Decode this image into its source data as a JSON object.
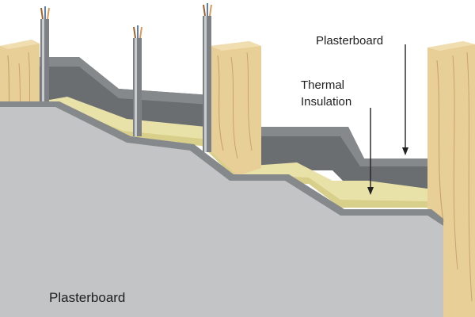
{
  "labels": {
    "top_plasterboard": "Plasterboard",
    "insulation_line1": "Thermal",
    "insulation_line2": "Insulation",
    "bottom_plasterboard": "Plasterboard"
  },
  "colors": {
    "background": "#ffffff",
    "plasterboard_face": "#c2c4c6",
    "plasterboard_edge": "#86898c",
    "plasterboard_dark": "#6b6e71",
    "insulation": "#e9e2a8",
    "insulation_shadow": "#d8cf8a",
    "timber": "#e8cf97",
    "timber_grain": "#c9a468",
    "cable_sheath": "#7d8185",
    "cable_highlight": "#c9cccf",
    "wire_brown": "#a5602a",
    "wire_blue": "#5b7fb8",
    "wire_copper": "#d89a55",
    "arrow": "#222222",
    "text": "#1f1f1f"
  },
  "icons": {
    "cable": "cable-icon",
    "timber_stud": "timber-stud"
  }
}
